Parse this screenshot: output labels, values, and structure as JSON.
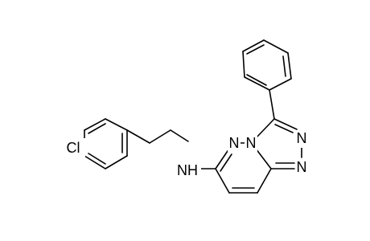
{
  "molecule": {
    "labels": {
      "chlorine": "Cl",
      "amine": "NH",
      "ring_n_pyridazine": "N",
      "ring_n_bridge": "N",
      "ring_n_triazole_upper": "N",
      "ring_n_triazole_lower": "N"
    },
    "colors": {
      "bond": "#000000",
      "label": "#000000",
      "background": "#ffffff"
    }
  }
}
